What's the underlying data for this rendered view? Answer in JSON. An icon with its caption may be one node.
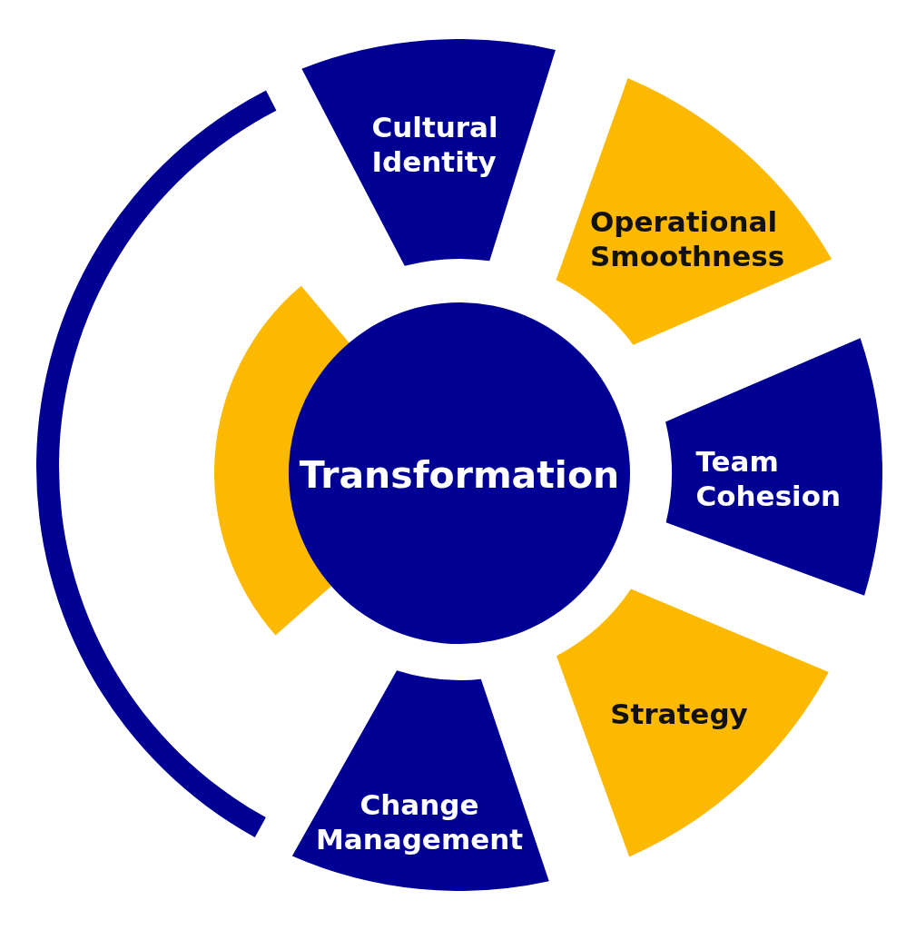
{
  "diagram": {
    "nodes": [
      {
        "text": [
          "Transformation"
        ]
      },
      {
        "text": [
          "Cultural Identity"
        ]
      },
      {
        "text": [
          "Operational Smoothness"
        ]
      },
      {
        "text": [
          "Team Cohesion"
        ]
      },
      {
        "text": [
          "Strategy"
        ]
      },
      {
        "text": [
          "Change Management"
        ]
      },
      {
        "text": [],
        "shape": "arc"
      },
      {
        "text": [],
        "shape": "segment"
      }
    ]
  }
}
